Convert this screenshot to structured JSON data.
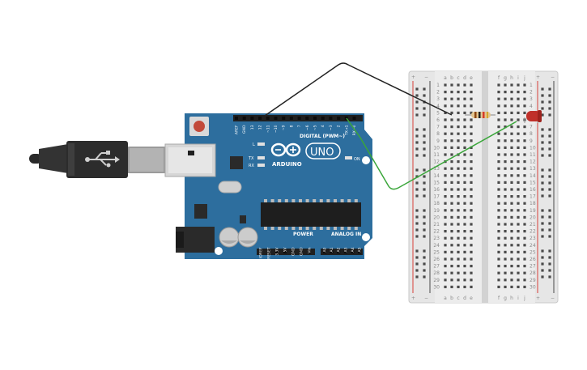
{
  "arduino": {
    "logo_text": "ARDUINO",
    "model": "UNO",
    "digital_header_label": "DIGITAL (PWM~)",
    "power_header_label": "POWER",
    "analog_header_label": "ANALOG IN",
    "on_label": "ON",
    "led_labels": [
      "L",
      "TX",
      "RX"
    ],
    "digital_pins": [
      "AREF",
      "GND",
      "13",
      "12",
      "~11",
      "~10",
      "~9",
      "8",
      "7",
      "~6",
      "~5",
      "4",
      "~3",
      "2",
      "TX→1",
      "RX←0"
    ],
    "power_pins": [
      "IOREF",
      "RESET",
      "3.3V",
      "5V",
      "GND",
      "GND",
      "Vin"
    ],
    "analog_pins": [
      "A0",
      "A1",
      "A2",
      "A3",
      "A4",
      "A5"
    ]
  },
  "breadboard": {
    "left_columns": [
      "a",
      "b",
      "c",
      "d",
      "e"
    ],
    "right_columns": [
      "f",
      "g",
      "h",
      "i",
      "j"
    ],
    "rows": [
      "1",
      "2",
      "3",
      "4",
      "5",
      "6",
      "7",
      "8",
      "9",
      "10",
      "11",
      "12",
      "13",
      "14",
      "15",
      "16",
      "17",
      "18",
      "19",
      "20",
      "21",
      "22",
      "23",
      "24",
      "25",
      "26",
      "27",
      "28",
      "29",
      "30"
    ],
    "rail_plus": "+",
    "rail_minus": "−"
  },
  "colors": {
    "board": "#2d6e9e",
    "wire_black": "#222222",
    "wire_green": "#3aa63a",
    "led": "#c0302a",
    "breadboard": "#e6e6e6"
  }
}
